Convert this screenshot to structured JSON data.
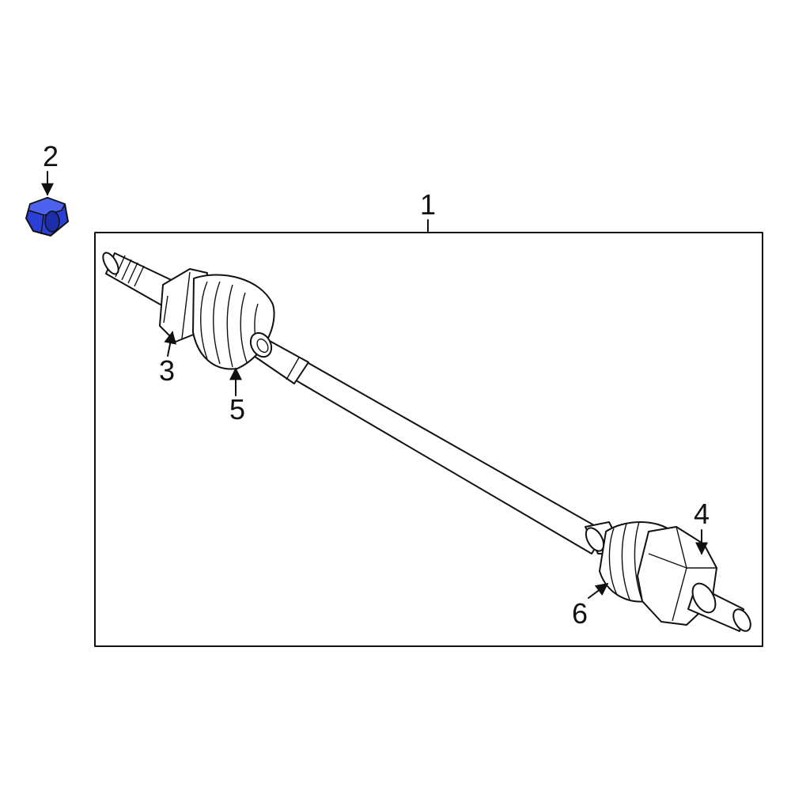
{
  "callouts": {
    "c1": "1",
    "c2": "2",
    "c3": "3",
    "c4": "4",
    "c5": "5",
    "c6": "6"
  },
  "colors": {
    "highlight_part": "#2b3fd6",
    "line": "#111111",
    "background": "#ffffff"
  }
}
